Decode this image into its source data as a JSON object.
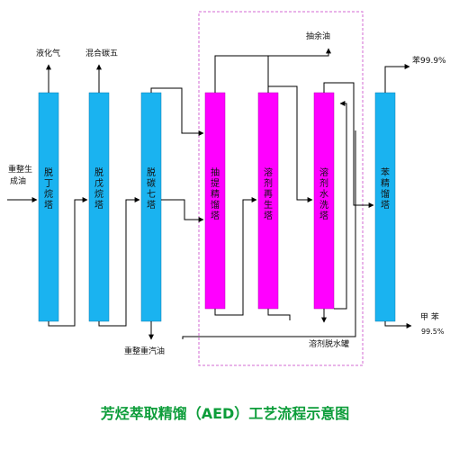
{
  "title": "芳烃萃取精馏（AED）工艺流程示意图",
  "feed_label_line1": "重整生",
  "feed_label_line2": "成油",
  "top_outputs": {
    "liquefied_gas": "液化气",
    "mixed_c5": "混合碳五",
    "raffinate_oil": "抽余油",
    "benzene": "苯99.9%"
  },
  "bottom_outputs": {
    "heavy_gasoline": "重整重汽油",
    "solvent_dewatering_tank": "溶剂脱水罐",
    "toluene_line1": "甲  苯",
    "toluene_line2": "99.5%"
  },
  "columns": [
    {
      "name": "脱丁烷塔",
      "color": "#1ab3f0"
    },
    {
      "name": "脱戊烷塔",
      "color": "#1ab3f0"
    },
    {
      "name": "脱碳七塔",
      "color": "#1ab3f0"
    },
    {
      "name": "抽提精馏塔",
      "color": "#ff00ff"
    },
    {
      "name": "溶剂再生塔",
      "color": "#ff00ff"
    },
    {
      "name": "溶剂水洗塔",
      "color": "#ff00ff"
    },
    {
      "name": "苯精馏塔",
      "color": "#1ab3f0"
    }
  ],
  "colors": {
    "blue_column": "#1ab3f0",
    "magenta_column": "#ff00ff",
    "dashed_box": "#d36ad3",
    "title": "#0d9d3a"
  }
}
